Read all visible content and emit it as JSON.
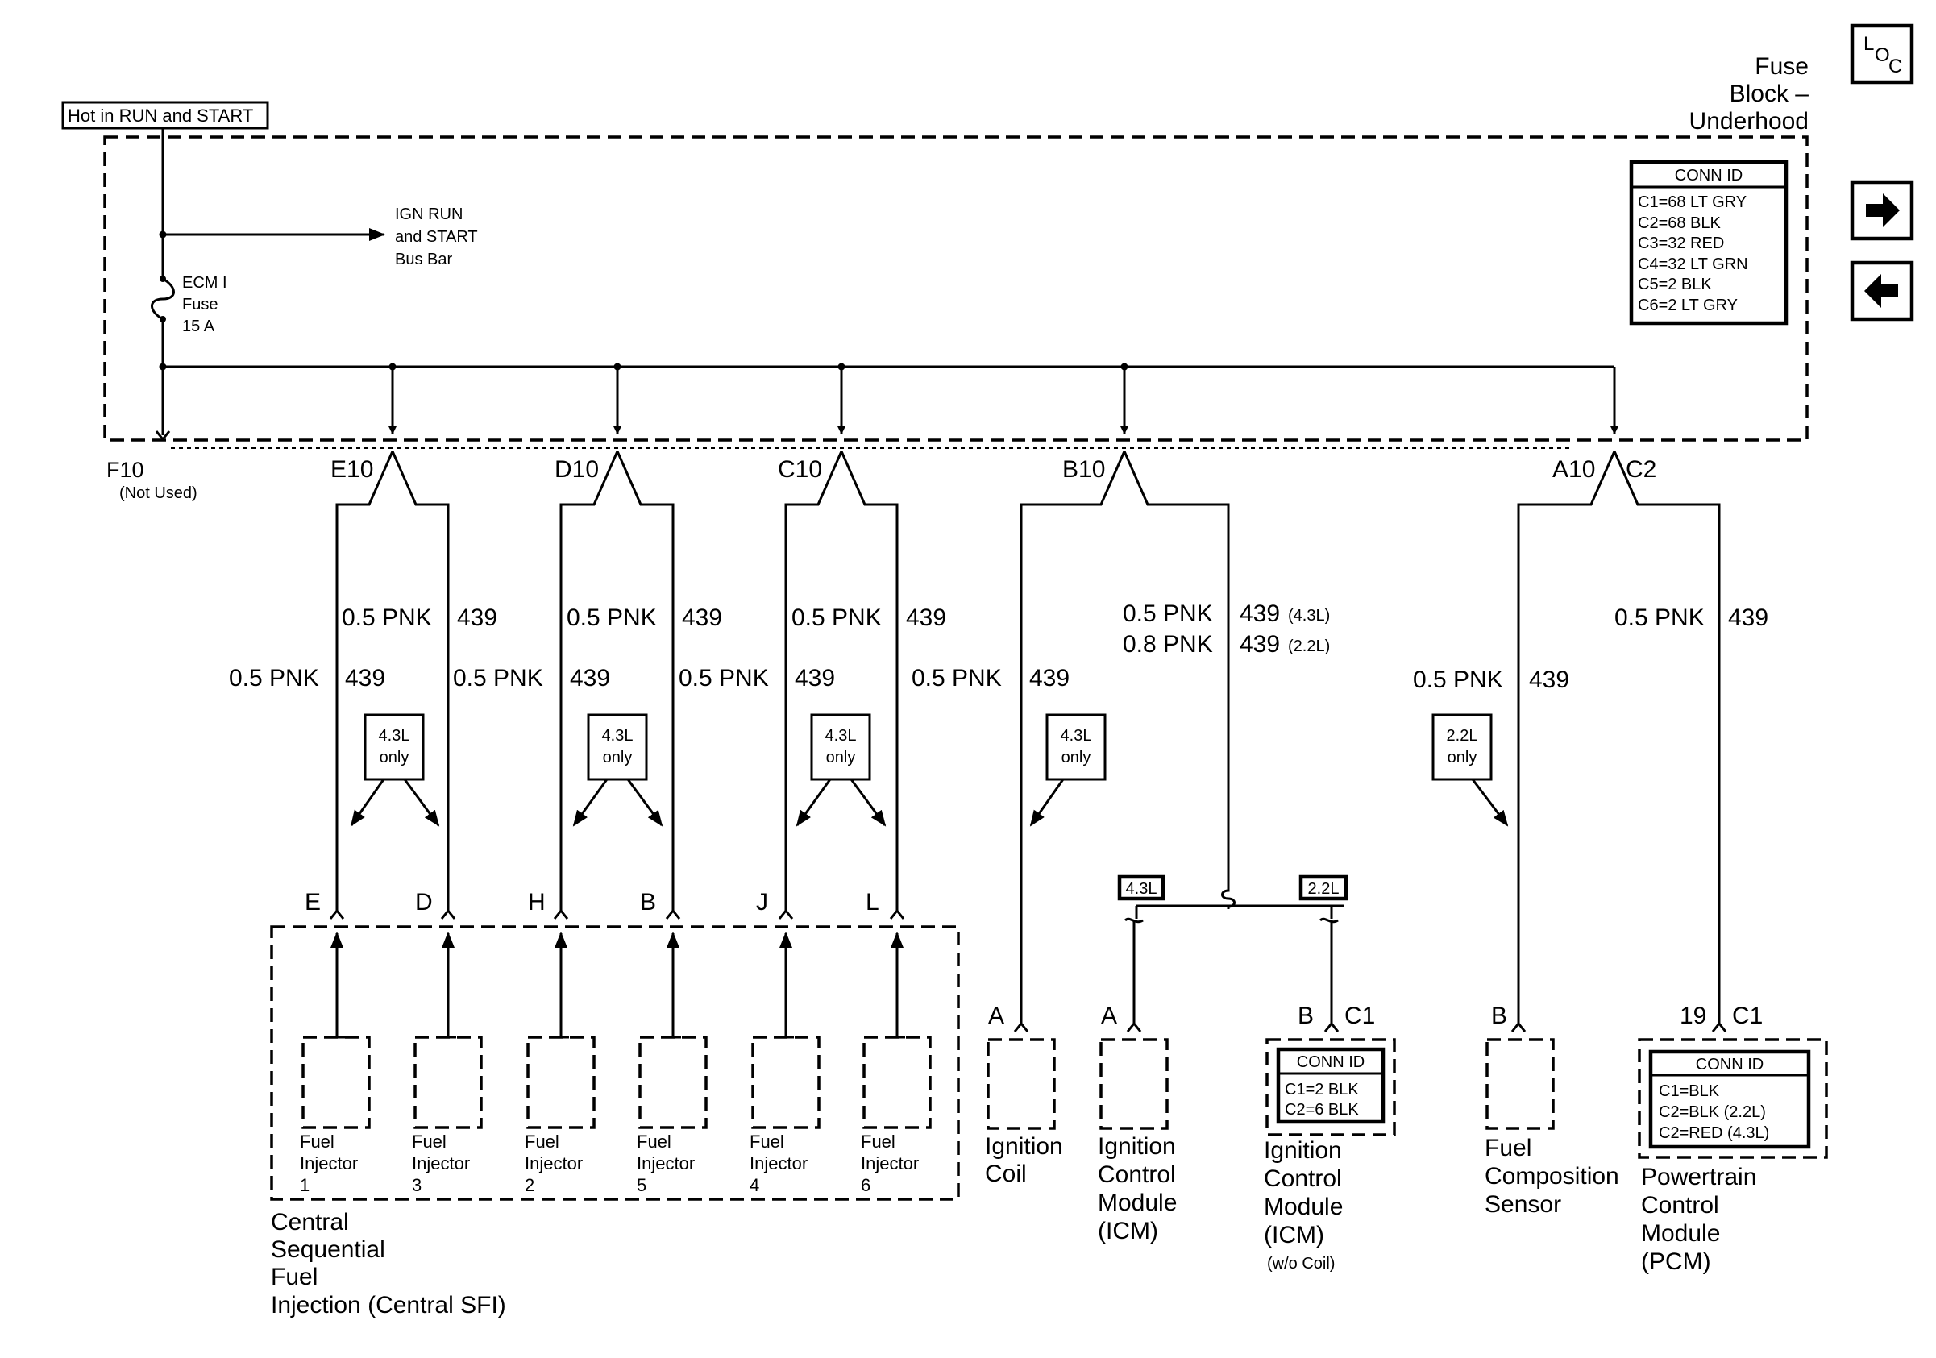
{
  "fuse_block": {
    "title": [
      "Fuse",
      "Block –",
      "Underhood"
    ]
  },
  "power_label": "Hot in RUN and START",
  "bus_bar": [
    "IGN RUN",
    "and START",
    "Bus Bar"
  ],
  "fuse": [
    "ECM I",
    "Fuse",
    "15 A"
  ],
  "conn_id_fuse_block": {
    "header": "CONN ID",
    "rows": [
      "C1=68 LT GRY",
      "C2=68 BLK",
      "C3=32 RED",
      "C4=32 LT GRN",
      "C5=2 BLK",
      "C6=2 LT GRY"
    ]
  },
  "nav": {
    "loc_letters": [
      "L",
      "O",
      "C"
    ],
    "loc_icon": "loc-icon",
    "next_icon": "arrow-right-icon",
    "prev_icon": "arrow-left-icon"
  },
  "pins": {
    "f10": "F10",
    "f10_note": "(Not Used)",
    "e10": "E10",
    "d10": "D10",
    "c10": "C10",
    "b10": "B10",
    "a10": "A10",
    "a10_conn": "C2"
  },
  "wires": {
    "wire_color": "0.5 PNK",
    "wire_color_alt": "0.8 PNK",
    "circuit": "439",
    "circuit_43": "439 (4.3L)",
    "circuit_43_num": "439",
    "circuit_43_note": "(4.3L)",
    "circuit_22_num": "439",
    "circuit_22_note": "(2.2L)"
  },
  "notes": {
    "only_43": [
      "4.3L",
      "only"
    ],
    "only_22": [
      "2.2L",
      "only"
    ],
    "engine_43": "4.3L",
    "engine_22": "2.2L"
  },
  "injector_pins": [
    "E",
    "D",
    "H",
    "B",
    "J",
    "L"
  ],
  "injectors": [
    {
      "label": "Fuel",
      "label2": "Injector",
      "num": "1"
    },
    {
      "label": "Fuel",
      "label2": "Injector",
      "num": "3"
    },
    {
      "label": "Fuel",
      "label2": "Injector",
      "num": "2"
    },
    {
      "label": "Fuel",
      "label2": "Injector",
      "num": "5"
    },
    {
      "label": "Fuel",
      "label2": "Injector",
      "num": "4"
    },
    {
      "label": "Fuel",
      "label2": "Injector",
      "num": "6"
    }
  ],
  "sfi": [
    "Central",
    "Sequential",
    "Fuel",
    "Injection (Central SFI)"
  ],
  "components": {
    "ign_coil": {
      "pin": "A",
      "name": [
        "Ignition",
        "Coil"
      ]
    },
    "icm": {
      "pin": "A",
      "name": [
        "Ignition",
        "Control",
        "Module",
        "(ICM)"
      ]
    },
    "icm_nocoil": {
      "pin": "B",
      "conn": "C1",
      "name": [
        "Ignition",
        "Control",
        "Module",
        "(ICM)"
      ],
      "note": "(w/o Coil)",
      "conn_id": {
        "header": "CONN ID",
        "rows": [
          "C1=2 BLK",
          "C2=6 BLK"
        ]
      }
    },
    "fcs": {
      "pin": "B",
      "name": [
        "Fuel",
        "Composition",
        "Sensor"
      ]
    },
    "pcm": {
      "pin": "19",
      "conn": "C1",
      "name": [
        "Powertrain",
        "Control",
        "Module",
        "(PCM)"
      ],
      "conn_id": {
        "header": "CONN ID",
        "rows": [
          "C1=BLK",
          "C2=BLK (2.2L)",
          "C2=RED (4.3L)"
        ]
      }
    }
  }
}
